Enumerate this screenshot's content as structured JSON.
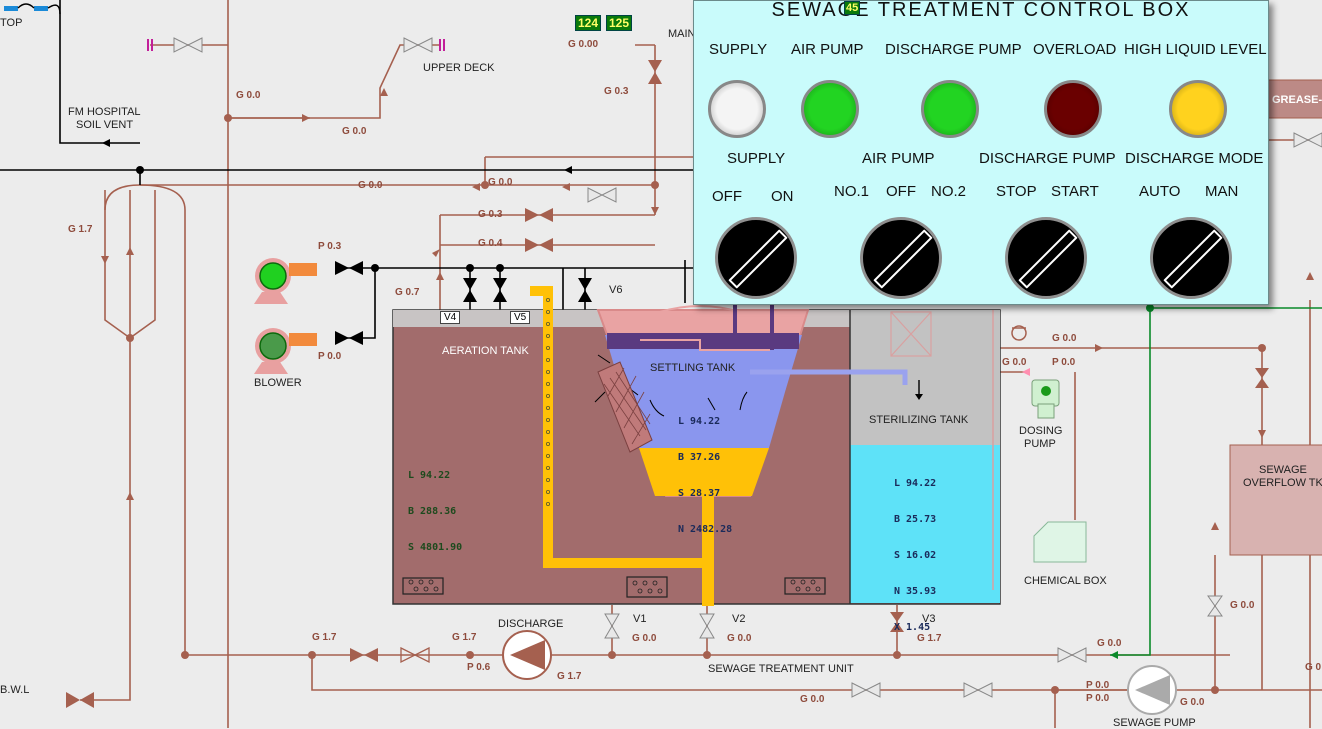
{
  "panel": {
    "title": "SEWAGE TREATMENT CONTROL BOX",
    "title_overlay_value": "45",
    "lamps": [
      {
        "label": "SUPPLY",
        "color": "#f4f4f4"
      },
      {
        "label": "AIR  PUMP",
        "color": "#22d422"
      },
      {
        "label": "DISCHARGE PUMP",
        "color": "#22d422"
      },
      {
        "label": "OVERLOAD",
        "color": "#6a0000"
      },
      {
        "label": "HIGH LIQUID LEVEL",
        "color": "#ffd21e"
      }
    ],
    "switches": [
      {
        "label": "SUPPLY",
        "positions": [
          "OFF",
          "ON"
        ]
      },
      {
        "label": "AIR  PUMP",
        "positions": [
          "NO.1",
          "OFF",
          "NO.2"
        ]
      },
      {
        "label": "DISCHARGE PUMP",
        "positions": [
          "STOP",
          "START"
        ]
      },
      {
        "label": "DISCHARGE MODE",
        "positions": [
          "AUTO",
          "MAN"
        ]
      }
    ]
  },
  "indicators": {
    "left": "124",
    "right": "125"
  },
  "labels": {
    "top_left": "TOP",
    "fm_hospital": "FM HOSPITAL",
    "soil_vent": "SOIL VENT",
    "upper_deck": "UPPER DECK",
    "main": "MAIN",
    "grease": "GREASE-T",
    "blower": "BLOWER",
    "aeration_tank": "AERATION TANK",
    "settling_tank": "SETTLING TANK",
    "sterilizing_tank": "STERILIZING TANK",
    "dosing_pump_1": "DOSING",
    "dosing_pump_2": "PUMP",
    "chemical_box": "CHEMICAL BOX",
    "sewage_overflow_1": "SEWAGE",
    "sewage_overflow_2": "OVERFLOW TK",
    "discharge": "DISCHARGE",
    "sewage_treatment_unit": "SEWAGE TREATMENT UNIT",
    "sewage_pump": "SEWAGE PUMP",
    "bwl": "B.W.L"
  },
  "valves": {
    "v1": "V1",
    "v2": "V2",
    "v3": "V3",
    "v4": "V4",
    "v5": "V5",
    "v6": "V6"
  },
  "gauges": {
    "g_main_top": "G 0.00",
    "g_main_valve": "G 0.3",
    "g_upper_left": "G 0.0",
    "g_upper_mid": "G 0.0",
    "g_left_17": "G 1.7",
    "g_line_185": "G 0.0",
    "g_line_185b": "G 0.0",
    "g_03": "G 0.3",
    "g_04": "G 0.4",
    "g_07": "G 0.7",
    "p_blower1": "P 0.3",
    "p_blower2": "P 0.0",
    "g_right_337": "G 0.0",
    "g_dosing": "G 0.0",
    "p_dosing": "P 0.0",
    "g_v1": "G 0.0",
    "g_v2": "G 0.0",
    "g_v3": "G 1.7",
    "g_bottom_left": "G 1.7",
    "g_discharge_in": "G 1.7",
    "p_discharge": "P 0.6",
    "g_discharge_out": "G 1.7",
    "g_bottom_mid": "G 0.0",
    "g_right_643": "G 0.0",
    "p_sewage1": "P 0.0",
    "p_sewage2": "P 0.0",
    "g_sewage_out": "G 0.0",
    "g_right_605": "G 0.0",
    "g_far_right": "G 0"
  },
  "readings": {
    "aeration": [
      "L 94.22",
      "B 288.36",
      "S 4801.90"
    ],
    "settling": [
      "L 94.22",
      "B 37.26",
      "S 28.37",
      "N 2482.28"
    ],
    "sterilizing": [
      "L 94.22",
      "B 25.73",
      "S 16.02",
      "N 35.93",
      "X 1.45"
    ]
  },
  "colors": {
    "pipe": "#a5604f",
    "tank": "#a26c6c",
    "settling": "#8a96ee",
    "sludge": "#ffc107",
    "sterile": "#5ee2f8"
  }
}
